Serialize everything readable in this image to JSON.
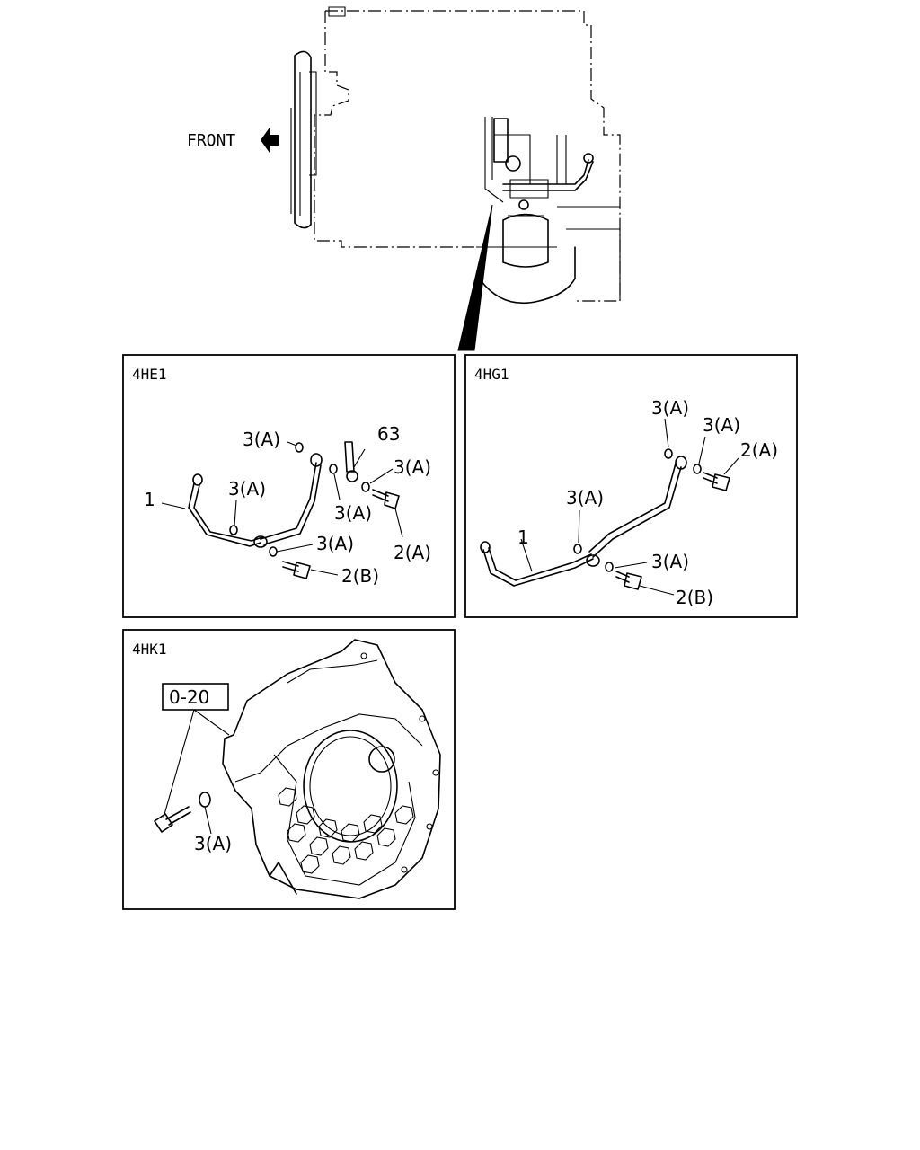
{
  "top": {
    "front_label": "FRONT"
  },
  "panels": {
    "he1": {
      "title": "4HE1",
      "labels": {
        "pipe": "1",
        "sensor": "63",
        "washer_a1": "3(A)",
        "washer_a2": "3(A)",
        "washer_a3": "3(A)",
        "washer_a4": "3(A)",
        "washer_a5": "3(A)",
        "bolt_a": "2(A)",
        "bolt_b": "2(B)"
      }
    },
    "hg1": {
      "title": "4HG1",
      "labels": {
        "pipe": "1",
        "washer_a1": "3(A)",
        "washer_a2": "3(A)",
        "washer_a3": "3(A)",
        "washer_a4": "3(A)",
        "bolt_a": "2(A)",
        "bolt_b": "2(B)"
      }
    },
    "hk1": {
      "title": "4HK1",
      "ref_box": "0-20",
      "labels": {
        "washer": "3(A)"
      }
    }
  }
}
